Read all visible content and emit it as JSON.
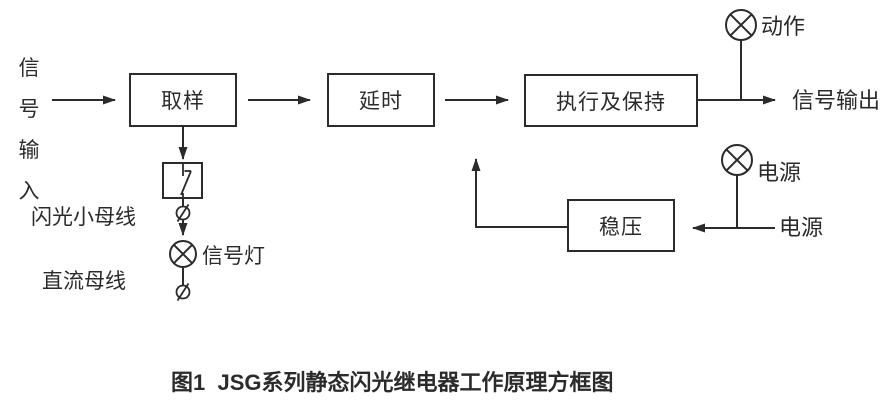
{
  "figure": {
    "input_label": "信号输入",
    "blocks": {
      "sampling": "取样",
      "delay": "延时",
      "execute_hold": "执行及保持",
      "regulator": "稳压"
    },
    "lamps": {
      "action": "动作",
      "power": "电源",
      "signal": "信号灯"
    },
    "labels": {
      "signal_output": "信号输出",
      "power_source": "电源",
      "flash_bus": "闪光小母线",
      "dc_bus": "直流母线"
    },
    "caption": "图1  JSG系列静态闪光继电器工作原理方框图",
    "colors": {
      "line": "#2b2b2b",
      "background": "#ffffff"
    }
  }
}
